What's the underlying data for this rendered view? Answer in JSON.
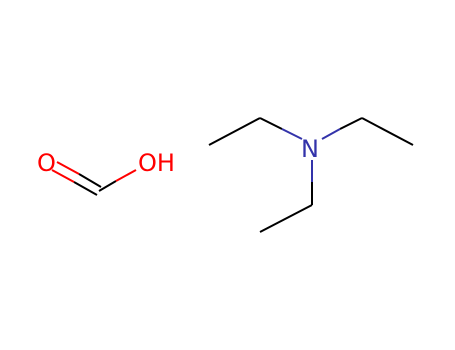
{
  "molecules": [
    {
      "name": "formic-acid",
      "atoms": [
        {
          "id": "O1",
          "label": "O",
          "color": "#ff0000"
        },
        {
          "id": "C1",
          "label": "",
          "color": "#000000"
        },
        {
          "id": "O2",
          "label": "OH",
          "color": "#ff0000"
        }
      ]
    },
    {
      "name": "triethylamine",
      "atoms": [
        {
          "id": "N1",
          "label": "N",
          "color": "#3333aa"
        }
      ]
    }
  ],
  "colors": {
    "bond": "#000000",
    "oxygen": "#ff0000",
    "nitrogen": "#3333aa"
  }
}
